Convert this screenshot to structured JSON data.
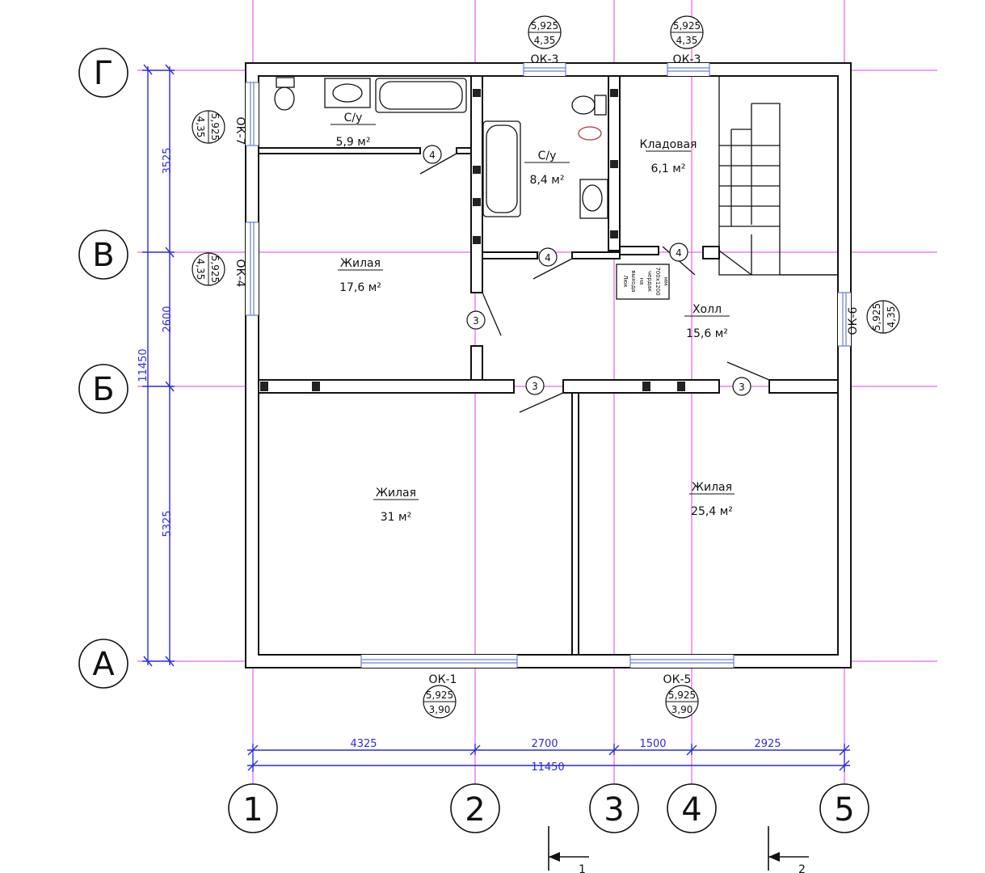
{
  "axes": {
    "rows": [
      "Г",
      "В",
      "Б",
      "А"
    ],
    "columns": [
      "1",
      "2",
      "3",
      "4",
      "5"
    ]
  },
  "rooms": [
    {
      "name": "С/у",
      "area": "5,9 м²"
    },
    {
      "name": "С/у",
      "area": "8,4 м²"
    },
    {
      "name": "Кладовая",
      "area": "6,1 м²"
    },
    {
      "name": "Жилая",
      "area": "17,6 м²"
    },
    {
      "name": "Холл",
      "area": "15,6 м²"
    },
    {
      "name": "Жилая",
      "area": "31 м²"
    },
    {
      "name": "Жилая",
      "area": "25,4 м²"
    }
  ],
  "windows": [
    {
      "mark": "ОК-3",
      "top": "5,925",
      "bottom": "4,35"
    },
    {
      "mark": "ОК-3",
      "top": "5,925",
      "bottom": "4,35"
    },
    {
      "mark": "ОК-7",
      "top": "5,925",
      "bottom": "4,35"
    },
    {
      "mark": "ОК-4",
      "top": "5,925",
      "bottom": "4,35"
    },
    {
      "mark": "ОК-6",
      "top": "5,925",
      "bottom": "4,35"
    },
    {
      "mark": "ОК-1",
      "top": "5,925",
      "bottom": "3,90"
    },
    {
      "mark": "ОК-5",
      "top": "5,925",
      "bottom": "3,90"
    }
  ],
  "doors": [
    "4",
    "4",
    "4",
    "3",
    "3",
    "3"
  ],
  "hatch": {
    "lines": [
      "Люк",
      "выхода",
      "на",
      "чердак",
      "700х1200",
      "мм"
    ]
  },
  "dimensions": {
    "vertical": [
      "3525",
      "2600",
      "5325"
    ],
    "vertical_total": "11450",
    "horizontal": [
      "4325",
      "2700",
      "1500",
      "2925"
    ],
    "horizontal_total": "11450"
  },
  "sections": [
    "1",
    "2"
  ],
  "colors": {
    "grid": "#e040e8",
    "dimension": "#2a2adf",
    "wall": "#111111"
  }
}
